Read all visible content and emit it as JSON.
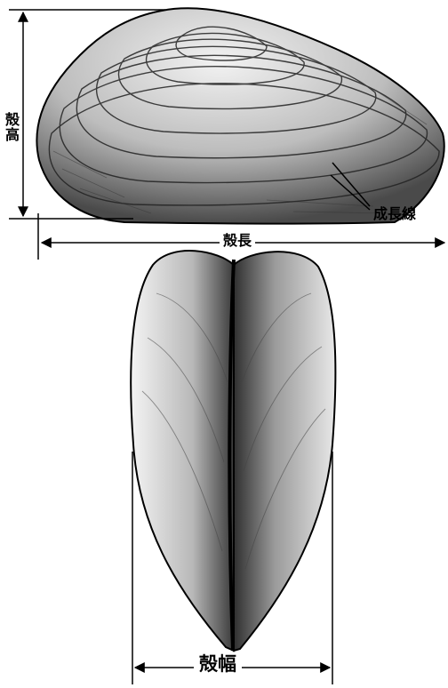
{
  "labels": {
    "shell_height": "殻高",
    "shell_length": "殻長",
    "growth_lines": "成長線",
    "shell_width": "殻幅"
  },
  "colors": {
    "ink": "#000000",
    "paper": "#ffffff",
    "shell_fill": "#d9d9d9",
    "shell_shade": "#555555"
  }
}
